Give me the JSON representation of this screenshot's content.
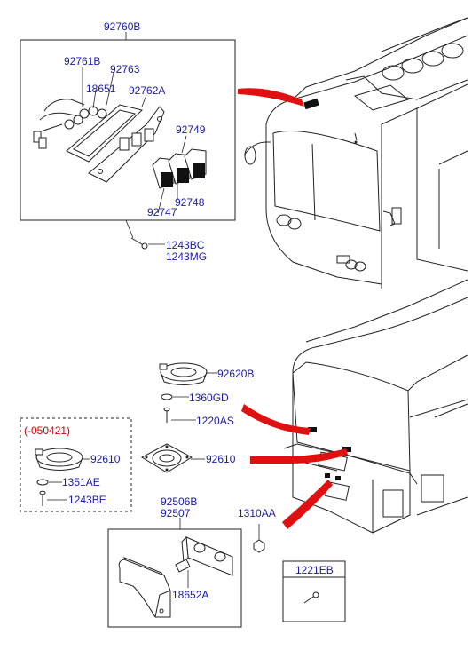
{
  "labels": {
    "l92760B": "92760B",
    "l92761B": "92761B",
    "l92763": "92763",
    "l18651": "18651",
    "l92762A": "92762A",
    "l92749": "92749",
    "l92748": "92748",
    "l92747": "92747",
    "l1243BC": "1243BC",
    "l1243MG": "1243MG",
    "l92620B": "92620B",
    "l1360GD": "1360GD",
    "l1220AS": "1220AS",
    "l050421": "(-050421)",
    "l92610a": "92610",
    "l1351AE": "1351AE",
    "l1243BE": "1243BE",
    "l92610b": "92610",
    "l92506B": "92506B",
    "l92507": "92507",
    "l1310AA": "1310AA",
    "l18652A": "18652A",
    "l1221EB": "1221EB"
  },
  "colors": {
    "part_label": "#1a1aa6",
    "date_label": "#d40000",
    "arrow": "#e01010",
    "line": "#222222"
  }
}
